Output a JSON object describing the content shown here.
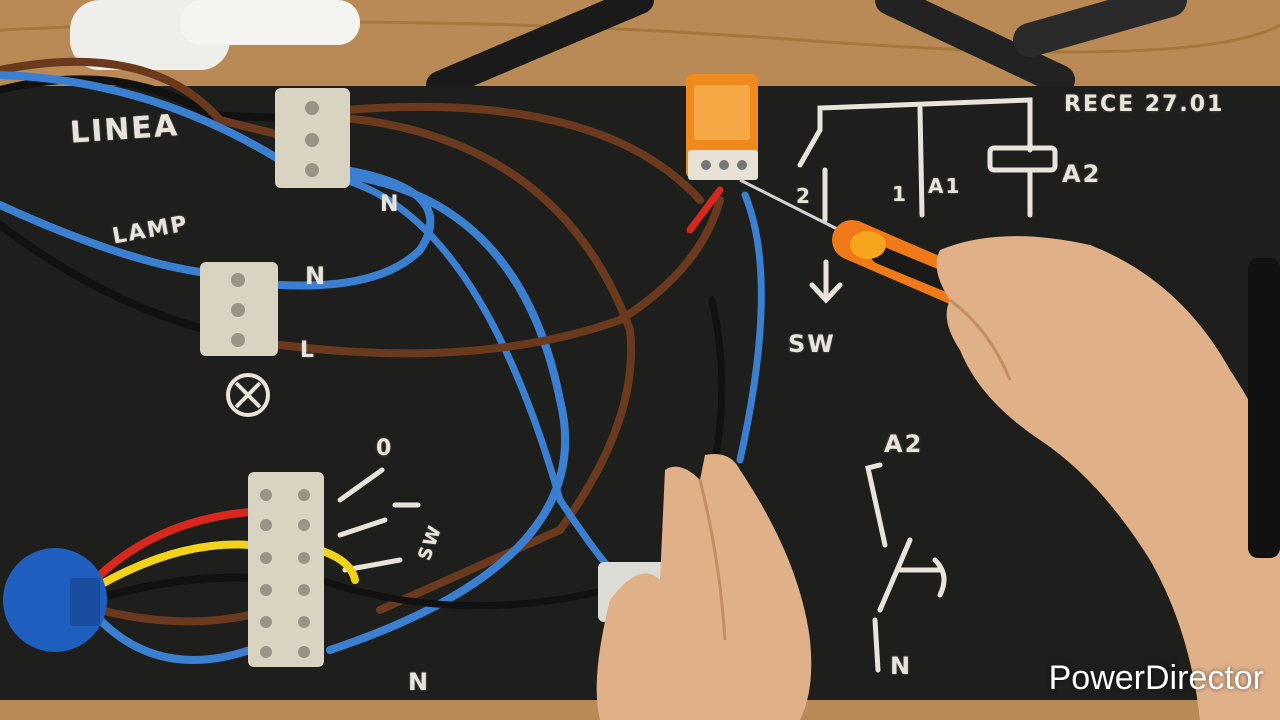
{
  "chalk_labels": {
    "linea": "LINEA",
    "lamp": "LAMP",
    "n_top": "N",
    "n_lamp": "N",
    "l_lamp": "L",
    "sw_left": "SW",
    "sw_right": "SW",
    "n_bottom": "N",
    "n_right_bottom": "N",
    "zero": "0",
    "relay_model": "RECE 27.01",
    "a2_top": "A2",
    "a1": "A1",
    "pin_1": "1",
    "pin_2": "2",
    "a2_bottom": "A2"
  },
  "watermark": "PowerDirector",
  "colors": {
    "board": "#1e1f1c",
    "wood": "#b98a55",
    "chalk": "#e8e4dc",
    "wire_blue": "#3b7fd0",
    "wire_brown": "#6b3a1e",
    "wire_black": "#111111",
    "wire_red": "#d8281e",
    "wire_yellow": "#f3d31a",
    "relay_orange": "#f08a1c",
    "module_blue": "#1f5fbf",
    "terminal": "#d9d3c2",
    "skin": "#e0b089"
  }
}
